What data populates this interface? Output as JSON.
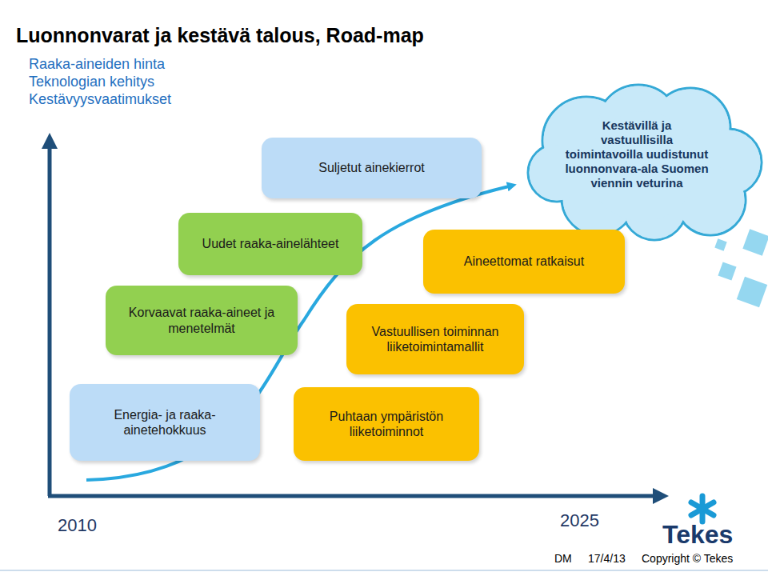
{
  "diagram": {
    "title": "Luonnonvarat ja kestävä talous, Road-map",
    "nodes": [
      {
        "text": [
          "Kestävillä ja vastuullisilla toimintavoilla uudistunut luonnonvara-ala Suomen viennin veturina"
        ]
      },
      {
        "text": [
          "Suljetut ainekierrot"
        ]
      },
      {
        "text": [
          "Uudet raaka-ainelähteet"
        ]
      },
      {
        "text": [
          "Aineettomat ratkaisut"
        ]
      },
      {
        "text": [
          "Korvaavat raaka-aineet ja menetelmät"
        ]
      },
      {
        "text": [
          "Vastuullisen toiminnan liiketoimintamallit"
        ]
      },
      {
        "text": [
          "Energia- ja raaka-ainetehokkuus"
        ]
      },
      {
        "text": [
          "Puhtaan ympäristön liiketoiminnot"
        ]
      }
    ],
    "labels": [
      "Raaka-aineiden hinta",
      "Teknologian kehitys",
      "Kestävyysvaatimukset",
      "2010",
      "2025",
      "Tekes",
      "DM",
      "17/4/13",
      "Copyright © Tekes"
    ]
  }
}
